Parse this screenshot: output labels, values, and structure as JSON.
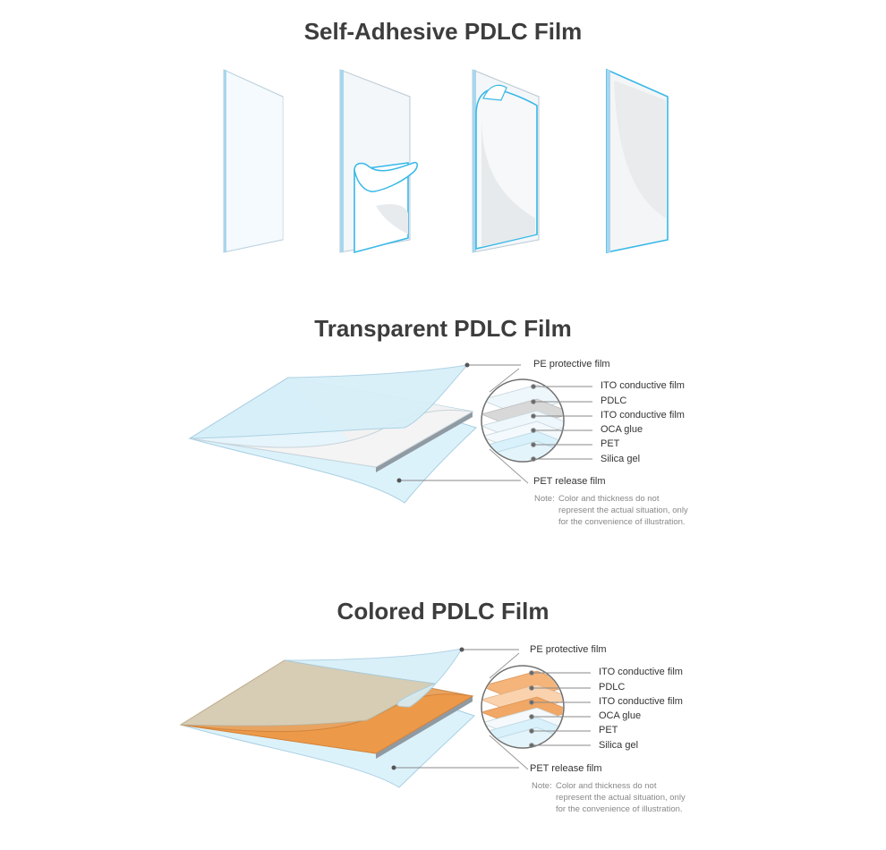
{
  "titles": {
    "self_adhesive": "Self-Adhesive PDLC Film",
    "transparent": "Transparent PDLC Film",
    "colored": "Colored PDLC Film"
  },
  "transparent": {
    "pe_label": "PE protective film",
    "pet_release_label": "PET release film",
    "layers": [
      "ITO conductive film",
      "PDLC",
      "ITO conductive film",
      "OCA glue",
      "PET",
      "Silica gel"
    ],
    "note_key": "Note:",
    "note_text": "Color and thickness do not represent the actual situation, only for the convenience of illustration.",
    "colors": {
      "film": "#f0f0f0",
      "pdlc": "#dcdcdc",
      "layer": "#d8f1fb"
    }
  },
  "colored": {
    "pe_label": "PE protective film",
    "pet_release_label": "PET release film",
    "layers": [
      "ITO conductive film",
      "PDLC",
      "ITO conductive film",
      "OCA glue",
      "PET",
      "Silica gel"
    ],
    "note_key": "Note:",
    "note_text": "Color and thickness do not represent the actual situation, only for the convenience of illustration.",
    "colors": {
      "film": "#ec9a49",
      "pdlc": "#f1b071",
      "top": "#d7cdb4"
    }
  }
}
